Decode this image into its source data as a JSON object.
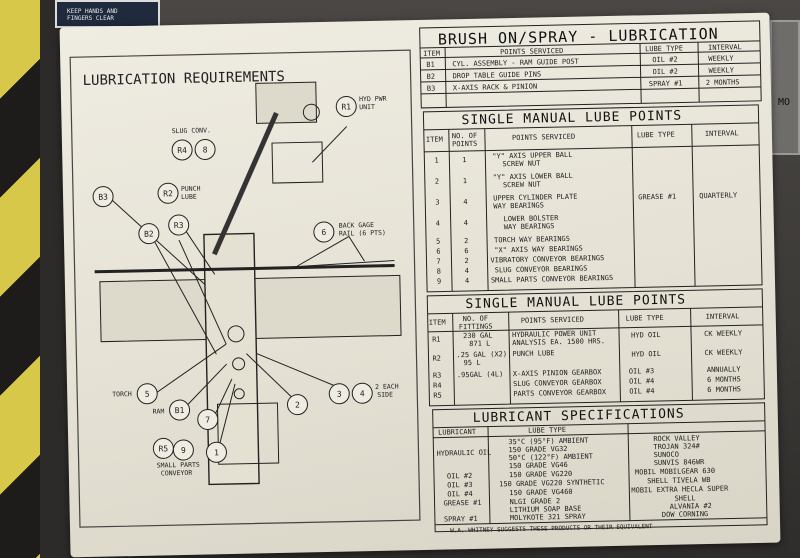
{
  "sticker": {
    "line1": "KEEP HANDS AND",
    "line2": "FINGERS CLEAR"
  },
  "right_box_label": "MO",
  "diagram": {
    "title": "LUBRICATION REQUIREMENTS",
    "callouts": {
      "r1": "R1",
      "r4": "R4",
      "b": "8",
      "r2": "R2",
      "b3": "B3",
      "b2": "B2",
      "r3": "R3",
      "six": "6",
      "five": "5",
      "b1": "B1",
      "seven": "7",
      "r5": "R5",
      "nine": "9",
      "one": "1",
      "two": "2",
      "three": "3",
      "four": "4"
    },
    "labels": {
      "hyd": "HYD PWR",
      "unit": "UNIT",
      "slug": "SLUG CONV.",
      "punch": "PUNCH",
      "lube": "LUBE",
      "backgage": "BACK GAGE",
      "rail": "RAIL (6 PTS)",
      "torch": "TORCH",
      "ram": "RAM",
      "small": "SMALL PARTS",
      "conveyor": "CONVEYOR",
      "each": "2 EACH",
      "side": "SIDE"
    }
  },
  "brush": {
    "title": "BRUSH ON/SPRAY - LUBRICATION",
    "headers": [
      "ITEM",
      "POINTS SERVICED",
      "LUBE TYPE",
      "INTERVAL"
    ],
    "rows": [
      [
        "B1",
        "CYL. ASSEMBLY - RAM GUIDE POST",
        "OIL #2",
        "WEEKLY"
      ],
      [
        "B2",
        "DROP TABLE GUIDE PINS",
        "OIL #2",
        "WEEKLY"
      ],
      [
        "B3",
        "X-AXIS RACK & PINION",
        "SPRAY #1",
        "2 MONTHS"
      ]
    ]
  },
  "single1": {
    "title": "SINGLE MANUAL LUBE POINTS",
    "headers": [
      "ITEM",
      "NO. OF",
      "POINTS",
      "POINTS SERVICED",
      "LUBE TYPE",
      "INTERVAL"
    ],
    "rows": [
      [
        "1",
        "1",
        "\"Y\" AXIS UPPER BALL",
        "SCREW NUT"
      ],
      [
        "2",
        "1",
        "\"Y\" AXIS LOWER BALL",
        "SCREW NUT"
      ],
      [
        "3",
        "4",
        "UPPER CYLINDER PLATE",
        "WAY BEARINGS"
      ],
      [
        "4",
        "4",
        "LOWER BOLSTER",
        "WAY BEARINGS"
      ],
      [
        "5",
        "2",
        "TORCH WAY BEARINGS",
        ""
      ],
      [
        "6",
        "6",
        "\"X\" AXIS WAY BEARINGS",
        ""
      ],
      [
        "7",
        "2",
        "VIBRATORY CONVEYOR BEARINGS",
        ""
      ],
      [
        "8",
        "4",
        "SLUG CONVEYOR BEARINGS",
        ""
      ],
      [
        "9",
        "4",
        "SMALL PARTS CONVEYOR BEARINGS",
        ""
      ]
    ],
    "lube": "GREASE #1",
    "interval": "QUARTERLY"
  },
  "single2": {
    "title": "SINGLE MANUAL LUBE POINTS",
    "headers": [
      "ITEM",
      "NO. OF",
      "FITTINGS",
      "POINTS SERVICED",
      "LUBE TYPE",
      "INTERVAL"
    ],
    "rows": [
      [
        "R1",
        "230 GAL",
        "871 L",
        "HYDRAULIC POWER UNIT",
        "ANALYSIS EA. 1500 HRS.",
        "HYD OIL",
        "CK WEEKLY"
      ],
      [
        "R2",
        ".25 GAL (X2)",
        "95 L",
        "PUNCH LUBE",
        "",
        "HYD OIL",
        "CK WEEKLY"
      ],
      [
        "R3",
        ".95GAL (4L)",
        "",
        "X-AXIS PINION GEARBOX",
        "",
        "OIL #3",
        "ANNUALLY"
      ],
      [
        "R4",
        "",
        "",
        "SLUG CONVEYOR GEARBOX",
        "",
        "OIL #4",
        "6 MONTHS"
      ],
      [
        "R5",
        "",
        "",
        "PARTS CONVEYOR GEARBOX",
        "",
        "OIL #4",
        "6 MONTHS"
      ]
    ]
  },
  "specs": {
    "title": "LUBRICANT SPECIFICATIONS",
    "headers": [
      "LUBRICANT",
      "LUBE TYPE"
    ],
    "rows": [
      [
        "HYDRAULIC OIL",
        "35°C (95°F) AMBIENT",
        "ROCK VALLEY"
      ],
      [
        "",
        "150 GRADE VG32",
        "TROJAN 324#"
      ],
      [
        "",
        "50°C (122°F) AMBIENT",
        "SUNOCO"
      ],
      [
        "",
        "150 GRADE VG46",
        "SUNVIS 846WR"
      ],
      [
        "OIL #2",
        "150 GRADE VG220",
        "MOBIL MOBILGEAR 630"
      ],
      [
        "OIL #3",
        "150 GRADE VG220 SYNTHETIC",
        "SHELL TIVELA WB"
      ],
      [
        "OIL #4",
        "150 GRADE VG460",
        "MOBIL EXTRA HECLA SUPER"
      ],
      [
        "GREASE #1",
        "NLGI GRADE 2",
        "SHELL"
      ],
      [
        "",
        "LITHIUM SOAP BASE",
        "ALVANIA #2"
      ],
      [
        "SPRAY #1",
        "MOLYKOTE 321 SPRAY",
        "DOW CORNING"
      ]
    ],
    "footer": "W.A. WHITNEY SUGGESTS THESE PRODUCTS OR THEIR EQUIVALENT"
  }
}
